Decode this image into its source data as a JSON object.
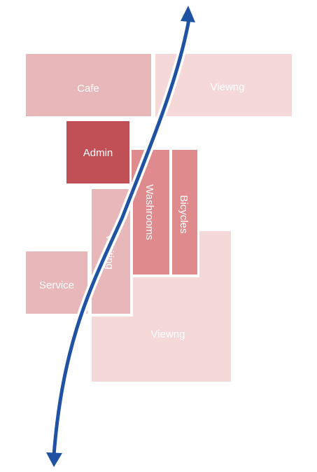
{
  "rooms": {
    "cafe": {
      "label": "Cafe",
      "fill": "#e8b7b9"
    },
    "viewing_top": {
      "label": "Viewng",
      "fill": "#f5d9d9"
    },
    "admin": {
      "label": "Admin",
      "fill": "#c05055"
    },
    "washrooms": {
      "label": "Washrooms",
      "fill": "#df8a8d"
    },
    "bicycles": {
      "label": "Bicycles",
      "fill": "#df8a8d"
    },
    "waiting": {
      "label": "Waiting",
      "fill": "#e8b7b9"
    },
    "service": {
      "label": "Service",
      "fill": "#e8b7b9"
    },
    "viewing_bottom": {
      "label": "Viewng",
      "fill": "#f5d9d9"
    }
  },
  "path": {
    "color": "#1f52a2",
    "direction": "bidirectional",
    "halo_color": "#ffffff"
  }
}
